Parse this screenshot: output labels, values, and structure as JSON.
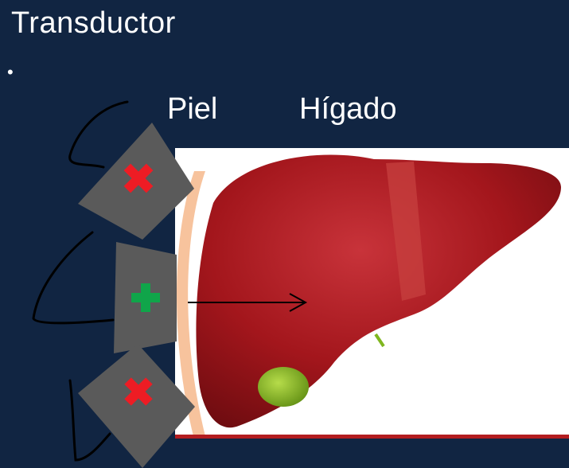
{
  "slide": {
    "title": "Transductor",
    "bullet": "•"
  },
  "labels": {
    "skin": "Piel",
    "liver": "Hígado"
  },
  "colors": {
    "background": "#112542",
    "transducer": "#5a5a5a",
    "cross_bad": "#ee1c24",
    "cross_good": "#10a54a",
    "skin": "#f7c39d",
    "liver": "#a3161c",
    "gallbladder": "#7fb61f"
  },
  "transducers": [
    {
      "position": "top",
      "status": "incorrect",
      "mark_icon": "x-mark-icon"
    },
    {
      "position": "middle",
      "status": "correct",
      "mark_icon": "plus-icon"
    },
    {
      "position": "bottom",
      "status": "incorrect",
      "mark_icon": "x-mark-icon"
    }
  ]
}
